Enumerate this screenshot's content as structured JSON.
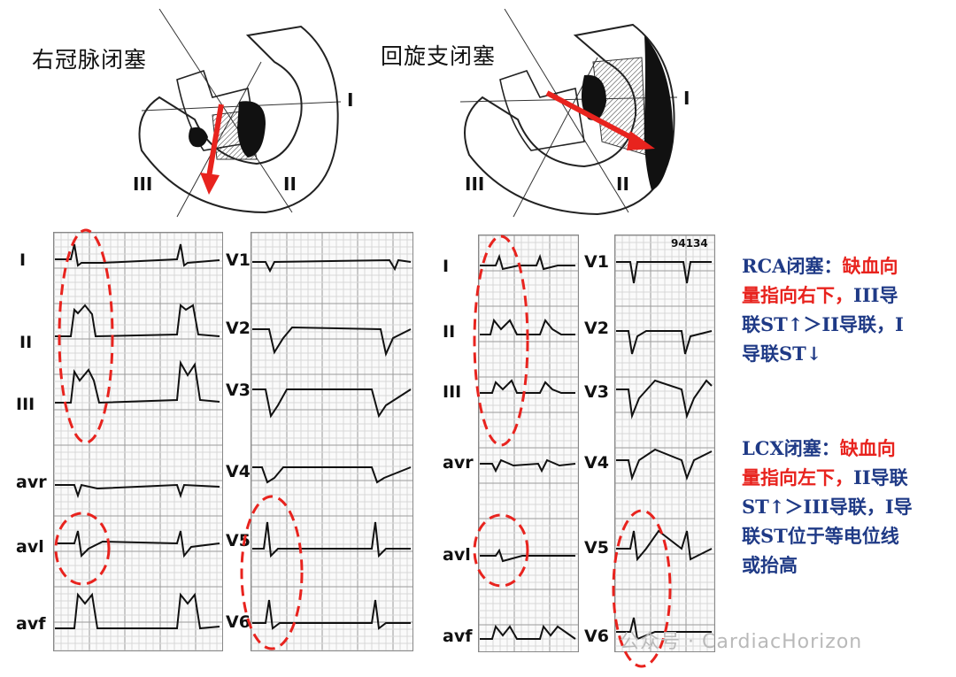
{
  "titles": {
    "rca": "右冠脉闭塞",
    "lcx": "回旋支闭塞"
  },
  "axis_labels": {
    "rca": {
      "I": "I",
      "II": "II",
      "III": "III"
    },
    "lcx": {
      "I": "I",
      "II": "II",
      "III": "III"
    }
  },
  "ecg_left": {
    "limb_leads": [
      "I",
      "II",
      "III",
      "avr",
      "avl",
      "avf"
    ],
    "chest_leads": [
      "V1",
      "V2",
      "V3",
      "V4",
      "V5",
      "V6"
    ]
  },
  "ecg_right": {
    "limb_leads": [
      "I",
      "II",
      "III",
      "avr",
      "avl",
      "avf"
    ],
    "chest_leads": [
      "V1",
      "V2",
      "V3",
      "V4",
      "V5",
      "V6"
    ],
    "id_label": "94134"
  },
  "notes": {
    "rca": {
      "line1_blue": "RCA闭塞：",
      "line1_red": "缺血向",
      "line2_red": "量指向右下，",
      "line2_blue": "III导",
      "line3_blue": "联ST↑＞II导联，I",
      "line4_blue": "导联ST↓"
    },
    "lcx": {
      "line1_blue": "LCX闭塞：",
      "line1_red": "缺血向",
      "line2_red": "量指向左下，",
      "line2_blue": "II导联",
      "line3_blue": "ST↑＞III导联，I导",
      "line4_blue": "联ST位于等电位线",
      "line5_blue": "或抬高"
    }
  },
  "watermark": "公众号 · CardiacHorizon",
  "colors": {
    "arrow": "#e8231e",
    "dash": "#e8231e",
    "note_blue": "#1f3a86",
    "note_red": "#e8231e"
  }
}
